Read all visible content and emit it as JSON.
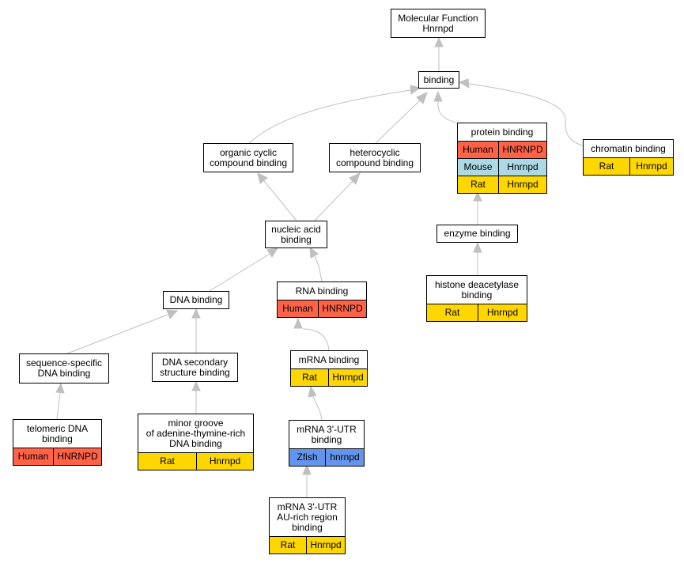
{
  "colors": {
    "Human": "#ff6347",
    "Mouse": "#add8e6",
    "Rat": "#ffd700",
    "Zfish": "#6495ed",
    "edge": "#c0c0c0"
  },
  "nodes": {
    "mf": {
      "label": "Molecular Function\nHnrnpd",
      "rows": []
    },
    "bind": {
      "label": "binding",
      "rows": []
    },
    "ocb": {
      "label": "organic cyclic\ncompound binding",
      "rows": []
    },
    "hcb": {
      "label": "heterocyclic\ncompound binding",
      "rows": []
    },
    "prot": {
      "label": "protein binding",
      "rows": [
        {
          "species": "Human",
          "gene": "HNRNPD"
        },
        {
          "species": "Mouse",
          "gene": "Hnrnpd"
        },
        {
          "species": "Rat",
          "gene": "Hnrnpd"
        }
      ]
    },
    "chrom": {
      "label": "chromatin binding",
      "rows": [
        {
          "species": "Rat",
          "gene": "Hnrnpd"
        }
      ]
    },
    "nab": {
      "label": "nucleic acid\nbinding",
      "rows": []
    },
    "enz": {
      "label": "enzyme binding",
      "rows": []
    },
    "hdac": {
      "label": "histone deacetylase\nbinding",
      "rows": [
        {
          "species": "Rat",
          "gene": "Hnrnpd"
        }
      ]
    },
    "dna": {
      "label": "DNA binding",
      "rows": []
    },
    "rna": {
      "label": "RNA binding",
      "rows": [
        {
          "species": "Human",
          "gene": "HNRNPD"
        }
      ]
    },
    "ssdna": {
      "label": "sequence-specific\nDNA binding",
      "rows": []
    },
    "dss": {
      "label": "DNA secondary\nstructure binding",
      "rows": []
    },
    "mrna": {
      "label": "mRNA binding",
      "rows": [
        {
          "species": "Rat",
          "gene": "Hnrnpd"
        }
      ]
    },
    "tel": {
      "label": "telomeric DNA\nbinding",
      "rows": [
        {
          "species": "Human",
          "gene": "HNRNPD"
        }
      ]
    },
    "minor": {
      "label": "minor groove\nof adenine-thymine-rich\nDNA binding",
      "rows": [
        {
          "species": "Rat",
          "gene": "Hnrnpd"
        }
      ]
    },
    "utr": {
      "label": "mRNA 3'-UTR\nbinding",
      "rows": [
        {
          "species": "Zfish",
          "gene": "hnrnpd"
        }
      ]
    },
    "au": {
      "label": "mRNA 3'-UTR\nAU-rich region\nbinding",
      "rows": [
        {
          "species": "Rat",
          "gene": "Hnrnpd"
        }
      ]
    }
  },
  "edges": [
    [
      "bind",
      "mf"
    ],
    [
      "ocb",
      "bind"
    ],
    [
      "hcb",
      "bind"
    ],
    [
      "prot",
      "bind"
    ],
    [
      "chrom",
      "bind"
    ],
    [
      "nab",
      "ocb"
    ],
    [
      "nab",
      "hcb"
    ],
    [
      "enz",
      "prot"
    ],
    [
      "hdac",
      "enz"
    ],
    [
      "dna",
      "nab"
    ],
    [
      "rna",
      "nab"
    ],
    [
      "ssdna",
      "dna"
    ],
    [
      "dss",
      "dna"
    ],
    [
      "mrna",
      "rna"
    ],
    [
      "tel",
      "ssdna"
    ],
    [
      "minor",
      "dss"
    ],
    [
      "utr",
      "mrna"
    ],
    [
      "au",
      "utr"
    ]
  ]
}
